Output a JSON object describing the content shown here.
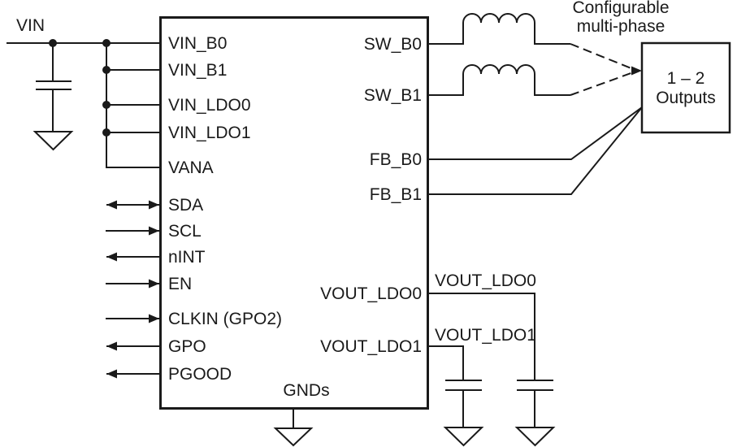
{
  "colors": {
    "ink": "#1a1a1a",
    "background": "#ffffff"
  },
  "vin_label": "VIN",
  "multiphase_note": {
    "line1": "Configurable",
    "line2": "multi-phase"
  },
  "ic": {
    "left_pins": [
      {
        "label": "VIN_B0"
      },
      {
        "label": "VIN_B1"
      },
      {
        "label": "VIN_LDO0"
      },
      {
        "label": "VIN_LDO1"
      },
      {
        "label": "VANA"
      },
      {
        "label": "SDA",
        "arrow": "bidirectional"
      },
      {
        "label": "SCL",
        "arrow": "input"
      },
      {
        "label": "nINT",
        "arrow": "output"
      },
      {
        "label": "EN",
        "arrow": "input"
      },
      {
        "label": "CLKIN (GPO2)",
        "arrow": "input"
      },
      {
        "label": "GPO",
        "arrow": "output"
      },
      {
        "label": "PGOOD",
        "arrow": "output"
      }
    ],
    "right_pins": [
      {
        "label": "SW_B0"
      },
      {
        "label": "SW_B1"
      },
      {
        "label": "FB_B0"
      },
      {
        "label": "FB_B1"
      },
      {
        "label": "VOUT_LDO0"
      },
      {
        "label": "VOUT_LDO1"
      }
    ],
    "bottom_pin_label": "GNDs"
  },
  "output_box": {
    "line1": "1 – 2",
    "line2": "Outputs"
  },
  "net_labels": {
    "vout_ldo0": "VOUT_LDO0",
    "vout_ldo1": "VOUT_LDO1"
  }
}
